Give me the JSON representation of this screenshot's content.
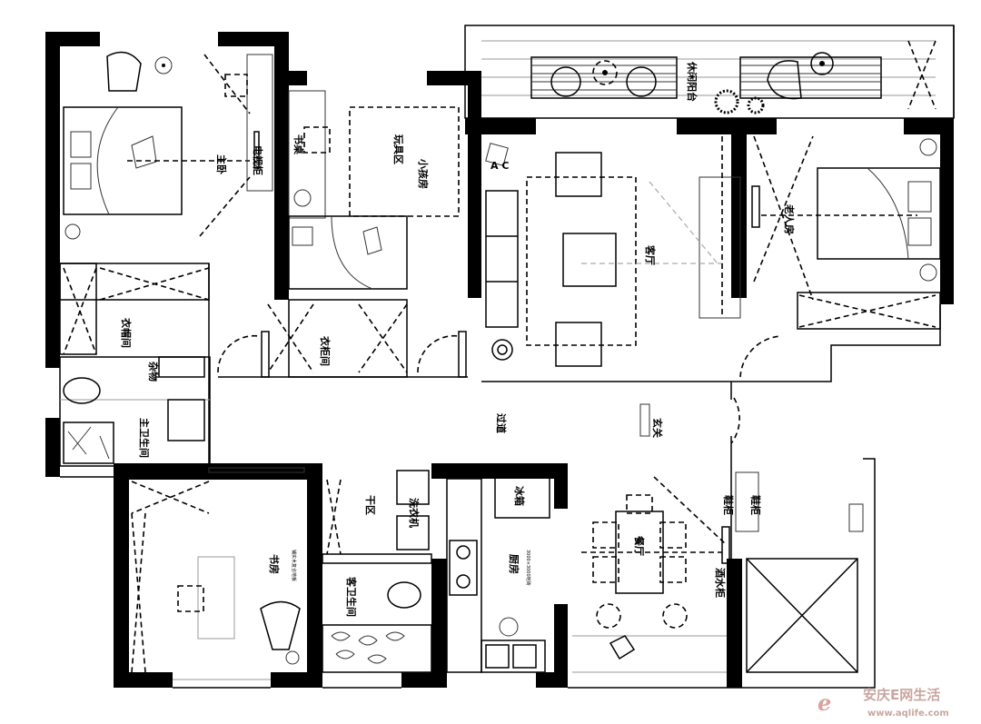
{
  "plan": {
    "rooms": {
      "master_bedroom": "主卧",
      "walk_in_closet": "衣帽间",
      "master_bath": "主卫生间",
      "kids_room": "小孩房",
      "play_area": "玩具区",
      "wardrobe": "衣柜间",
      "living_room": "客厅",
      "leisure_balcony": "休闲阳台",
      "elderly_room": "老人房",
      "dining_room": "餐厅",
      "kitchen": "厨房",
      "kitchen_note": "3000×3000地砖",
      "study": "书房",
      "study_note": "铺实木复合地板",
      "guest_bath": "客卫生间",
      "dry_area": "干区",
      "hallway": "过道",
      "entrance": "玄关",
      "shoe_cabinet": "鞋柜",
      "shoe_cabinet_2": "鞋柜",
      "wine_cabinet": "酒水柜",
      "tv_cabinet": "电视柜",
      "desk": "书桌",
      "washer": "洗衣机",
      "fridge": "冰箱",
      "ac": "A C",
      "storage": "杂物"
    },
    "watermark": {
      "brand": "安庆E网生活",
      "url": "www.aqlife.com"
    }
  }
}
